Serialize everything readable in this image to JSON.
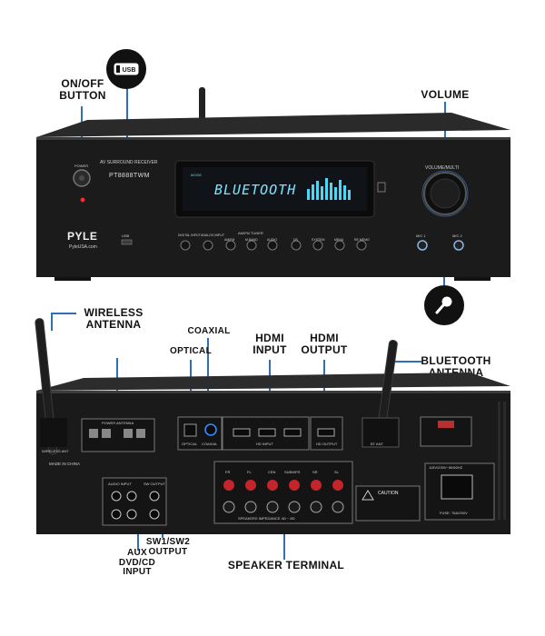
{
  "callouts": {
    "on_off_line1": "ON/OFF",
    "on_off_line2": "BUTTON",
    "volume": "VOLUME",
    "wireless_line1": "WIRELESS",
    "wireless_line2": "ANTENNA",
    "coaxial": "COAXIAL",
    "optical": "OPTICAL",
    "hdmi_in_line1": "HDMI",
    "hdmi_in_line2": "INPUT",
    "hdmi_out_line1": "HDMI",
    "hdmi_out_line2": "OUTPUT",
    "bt_line1": "BLUETOOTH",
    "bt_line2": "ANTENNA",
    "aux_line1": "AUX",
    "aux_line2": "DVD/CD",
    "aux_line3": "INPUT",
    "sw_line1": "SW1/SW2",
    "sw_line2": "OUTPUT",
    "speaker": "SPEAKER TERMINAL"
  },
  "front": {
    "brand": "PYLE",
    "site": "PyleUSA.com",
    "subtitle": "AV SURROUND RECEIVER",
    "model": "PT8888TWM",
    "display_text": "BLUETOOTH",
    "display_small": "MODE",
    "volume_label": "VOLUME/MULTI",
    "power_label": "POWER",
    "usb_label": "USB",
    "mic1": "MIC 1",
    "mic2": "MIC 2",
    "buttons": [
      "DIGITAL INPUT",
      "ANALOG INPUT",
      "AM/FM",
      "M.BAND",
      "AUDIO",
      "DS",
      "SYSTEM",
      "MENU",
      "RE MEMO"
    ],
    "tuner_label": "AM/FM TUNER"
  },
  "back": {
    "made_in": "MADE IN CHINA",
    "wireless_label": "WIRELESS ANT",
    "power_antenna": "POWER ANTENNA",
    "optical": "OPTICAL",
    "coaxial": "COAXIAL",
    "hdmi_input": "HD INPUT",
    "hdmi_output": "HD OUTPUT",
    "bt_ant": "BT ANT",
    "caution": "CAUTION",
    "speakers": "SPEAKERS IMPEDANCE 4Ω ~ 8Ω",
    "fuse": "FUSE: T6A/250V",
    "voltage": "115V/230V~50/60HZ",
    "audio_input": "AUDIO INPUT",
    "sw_output": "SW OUTPUT",
    "channels": [
      "FR",
      "FL",
      "CEN",
      "SUBWFR",
      "SR",
      "SL"
    ]
  },
  "colors": {
    "accent": "#2f6fb5",
    "chassis": "#1b1b1b",
    "display_cyan": "#7fe3ff",
    "speaker_red": "#c3252b"
  }
}
